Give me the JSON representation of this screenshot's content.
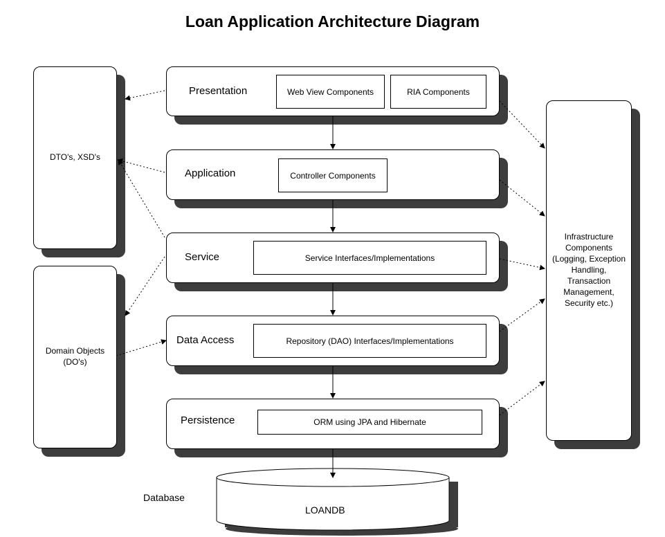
{
  "title": "Loan Application Architecture Diagram",
  "layers": {
    "presentation": {
      "label": "Presentation",
      "components": [
        "Web View Components",
        "RIA Components"
      ]
    },
    "application": {
      "label": "Application",
      "components": [
        "Controller Components"
      ]
    },
    "service": {
      "label": "Service",
      "components": [
        "Service Interfaces/Implementations"
      ]
    },
    "data_access": {
      "label": "Data Access",
      "components": [
        "Repository (DAO) Interfaces/Implementations"
      ]
    },
    "persistence": {
      "label": "Persistence",
      "components": [
        "ORM using JPA and Hibernate"
      ]
    }
  },
  "side_boxes": {
    "dtos": "DTO's, XSD's",
    "domain_objects": [
      "Domain Objects",
      "(DO's)"
    ],
    "infrastructure": [
      "Infrastructure",
      "Components",
      "(Logging, Exception",
      "Handling,",
      "Transaction",
      "Management,",
      "Security etc.)"
    ]
  },
  "database": {
    "caption": "Database",
    "name": "LOANDB"
  }
}
